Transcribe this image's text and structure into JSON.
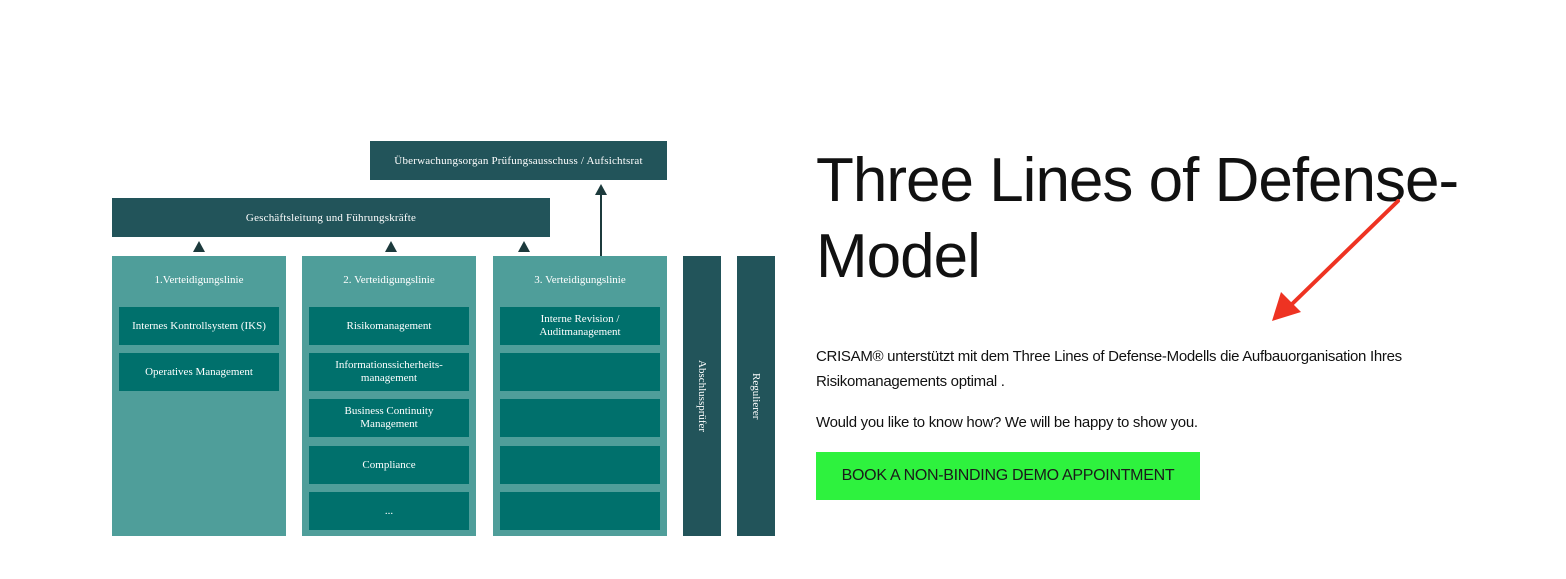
{
  "diagram": {
    "oversight": "Überwachungsorgan Prüfungsausschuss / Aufsichtsrat",
    "management": "Geschäftsleitung und Führungskräfte",
    "line1": {
      "title": "1.Verteidigungslinie",
      "items": [
        "Internes Kontrollsystem (IKS)",
        "Operatives Management"
      ]
    },
    "line2": {
      "title": "2. Verteidigungslinie",
      "items": [
        "Risikomanagement",
        "Informationssicherheits-management",
        "Business Continuity Management",
        "Compliance",
        "..."
      ]
    },
    "line3": {
      "title": "3. Verteidigungslinie",
      "items": [
        "Interne Revision / Auditmanagement",
        "",
        "",
        "",
        ""
      ]
    },
    "auditor": "Abschlussprüfer",
    "regulator": "Regulierer"
  },
  "content": {
    "heading": "Three Lines of Defense-Model",
    "paragraph1": "CRISAM® unterstützt mit dem Three Lines of Defense-Modells die Aufbauorganisation Ihres Risikomanagements optimal .",
    "paragraph2": "Would you like to know how? We will be happy to show you.",
    "cta_label": "BOOK A NON-BINDING DEMO APPOINTMENT"
  },
  "colors": {
    "dark_teal": "#22545a",
    "light_teal": "#4f9e9a",
    "box_teal": "#00706c",
    "cta_green": "#2ef23e",
    "annotation_arrow": "#ee3322"
  },
  "icons": [
    "arrow-up-icon",
    "annotation-arrow-icon"
  ]
}
